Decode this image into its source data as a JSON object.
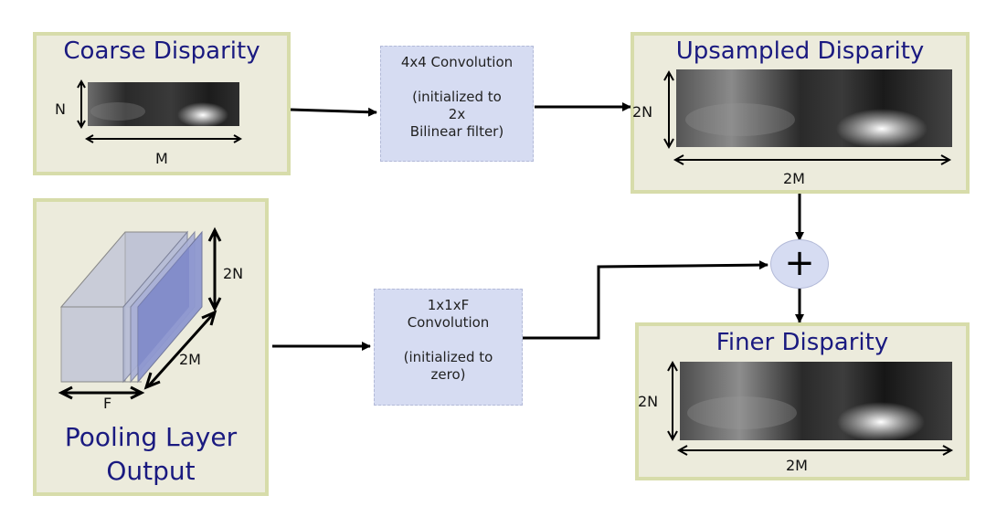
{
  "panels": {
    "coarse": {
      "title": "Coarse Disparity",
      "dim_h": "N",
      "dim_w": "M"
    },
    "upsampled": {
      "title": "Upsampled Disparity",
      "dim_h": "2N",
      "dim_w": "2M"
    },
    "pooling": {
      "title_line1": "Pooling Layer",
      "title_line2": "Output",
      "dim_h": "2N",
      "dim_d": "2M",
      "dim_f": "F"
    },
    "finer": {
      "title": "Finer Disparity",
      "dim_h": "2N",
      "dim_w": "2M"
    }
  },
  "ops": {
    "upconv": {
      "lines": [
        "4x4 Convolution",
        "",
        "(initialized to",
        "2x",
        "Bilinear filter)"
      ]
    },
    "conv1x1": {
      "lines": [
        "1x1xF",
        "Convolution",
        "",
        "(initialized to",
        "zero)"
      ]
    },
    "sum": {
      "symbol": "+"
    }
  },
  "colors": {
    "panel_bg": "#ecebdc",
    "panel_border": "#d7dcaa",
    "op_bg": "#d6dcf2",
    "title": "#1a1a80",
    "arrow": "#000000"
  }
}
